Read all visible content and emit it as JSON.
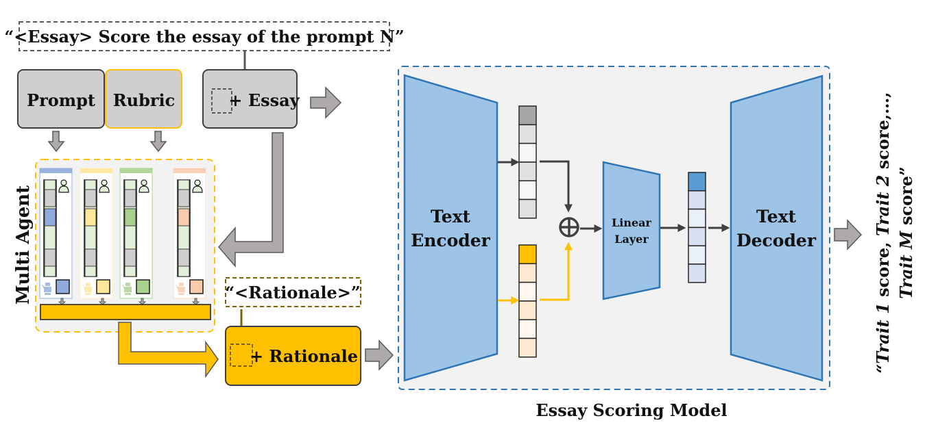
{
  "instruction": {
    "text": "“<Essay> Score the essay of the prompt N”"
  },
  "inputs": {
    "prompt_label": "Prompt",
    "rubric_label": "Rubric",
    "essay_label": "+ Essay"
  },
  "multi_agent": {
    "label": "Multi Agent",
    "agents": [
      {
        "name": "agent-1",
        "color": "#8faadc",
        "light": "#b4c7e7"
      },
      {
        "name": "agent-2",
        "color": "#ffe699",
        "light": "#fff2cc"
      },
      {
        "name": "agent-3",
        "color": "#a9d18e",
        "light": "#c5e0b4"
      },
      {
        "name": "agent-4",
        "color": "#f8cbad",
        "light": "#fbe5d6"
      }
    ]
  },
  "rationale": {
    "tag_text": "“<Rationale>”",
    "label": "+ Rationale"
  },
  "model": {
    "title": "Essay Scoring Model",
    "encoder_line1": "Text",
    "encoder_line2": "Encoder",
    "linear_line1": "Linear",
    "linear_line2": "Layer",
    "decoder_line1": "Text",
    "decoder_line2": "Decoder",
    "plus_symbol": "⊕"
  },
  "output": {
    "line1_parts": [
      "“Trait 1",
      " score, ",
      "Trait 2",
      " score,…,"
    ],
    "line2_parts": [
      "Trait M",
      " score”"
    ]
  },
  "colors": {
    "gray_box": "#d0cece",
    "gold": "#ffc000",
    "blue_fill": "#9dc3e6",
    "blue_stroke": "#2e75b6",
    "panel_bg": "#f2f2f2",
    "arrow_gray": "#aeaaaa"
  }
}
